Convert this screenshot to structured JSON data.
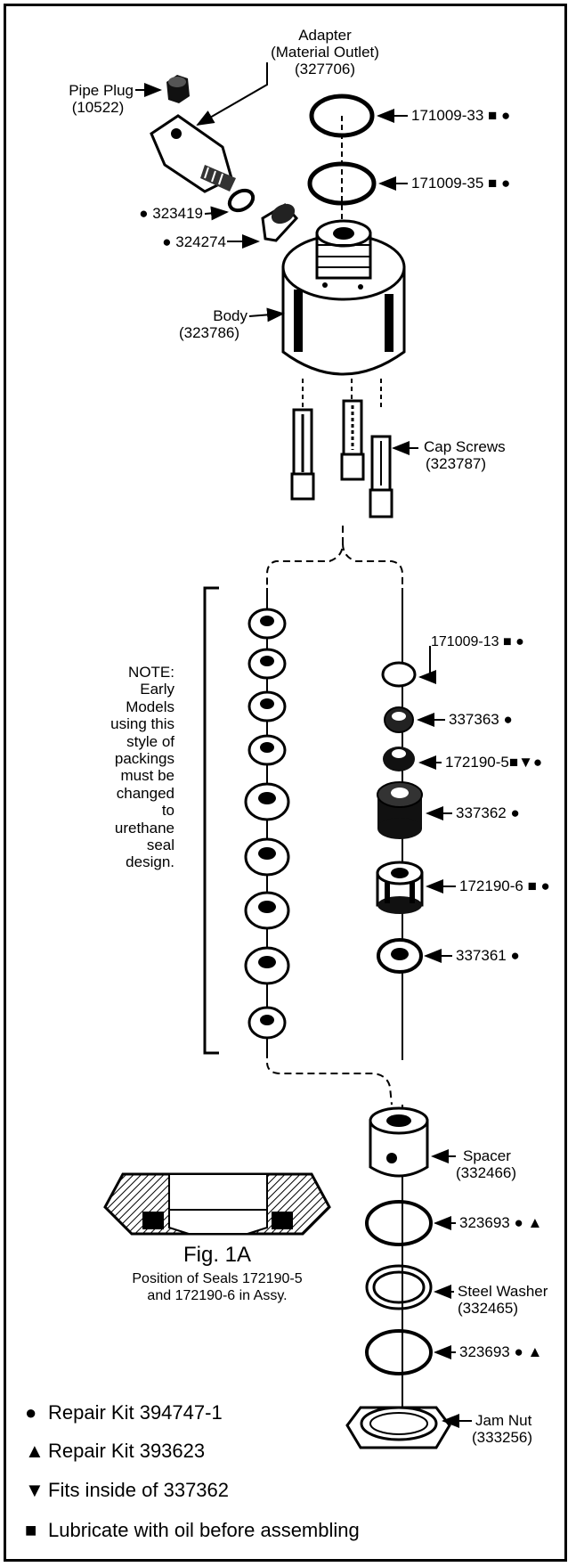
{
  "labels": {
    "adapter": "Adapter",
    "adapter_desc": "(Material Outlet)",
    "adapter_pn": "(327706)",
    "pipe_plug": "Pipe Plug",
    "pipe_plug_pn": "(10522)",
    "p_323419": "● 323419",
    "p_324274": "● 324274",
    "body": "Body",
    "body_pn": "(323786)",
    "p_171009_33": "171009-33 ■ ●",
    "p_171009_35": "171009-35 ■ ●",
    "cap_screws": "Cap Screws",
    "cap_screws_pn": "(323787)",
    "p_171009_13": "171009-13 ■ ●",
    "p_337363": "337363 ●",
    "p_172190_5": "172190-5■▼●",
    "p_337362": "337362 ●",
    "p_172190_6": "172190-6 ■ ●",
    "p_337361": "337361 ●",
    "spacer": "Spacer",
    "spacer_pn": "(332466)",
    "p_323693_a": "323693 ● ▲",
    "steel_washer": "Steel Washer",
    "steel_washer_pn": "(332465)",
    "p_323693_b": "323693 ● ▲",
    "jam_nut": "Jam Nut",
    "jam_nut_pn": "(333256)"
  },
  "note": [
    "NOTE:",
    "Early",
    "Models",
    "using this",
    "style of",
    "packings",
    "must be",
    "changed",
    "to",
    "urethane",
    "seal",
    "design."
  ],
  "figure": {
    "title": "Fig. 1A",
    "subtitle_1": "Position of Seals 172190-5",
    "subtitle_2": "and 172190-6 in Assy."
  },
  "legend": [
    {
      "symbol": "●",
      "text": "Repair Kit 394747-1"
    },
    {
      "symbol": "▲",
      "text": "Repair Kit 393623"
    },
    {
      "symbol": "▼",
      "text": "Fits inside of 337362"
    },
    {
      "symbol": "■",
      "text": "Lubricate with oil before assembling"
    }
  ]
}
